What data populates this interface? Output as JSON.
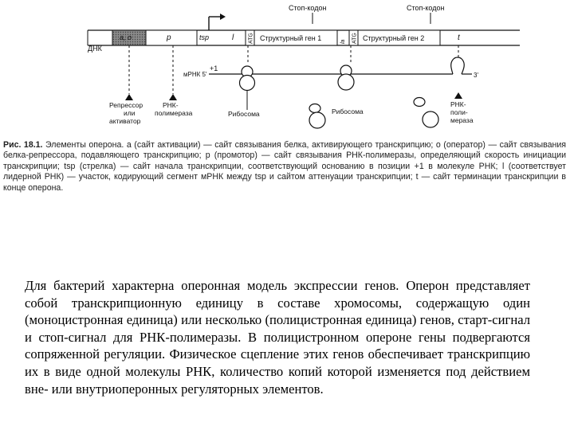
{
  "figure": {
    "labels": {
      "stop_codon_1": "Стоп-кодон",
      "stop_codon_2": "Стоп-кодон",
      "dna": "ДНК",
      "site_ac": "a, o",
      "site_p": "p",
      "site_tsp": "tsp",
      "site_l": "l",
      "atg_1": "ATG",
      "atg_2": "ATG",
      "structural_gene_1": "Структурный ген 1",
      "structural_gene_2": "Структурный ген 2",
      "t_site": "t",
      "plus_one": "+1",
      "mrna": "мРНК 5'",
      "three_prime": "3'",
      "repressor_line1": "Репрессор",
      "repressor_line2": "или",
      "repressor_line3": "активатор",
      "rna_pol_line1": "РНК-",
      "rna_pol_line2": "полимераза",
      "ribosome_1": "Рибосома",
      "ribosome_2": "Рибосома",
      "rna_pol2_line1": "РНК-",
      "rna_pol2_line2": "поли-",
      "rna_pol2_line3": "мераза"
    }
  },
  "caption": {
    "label": "Рис. 18.1.",
    "text": "Элементы оперона. a (сайт активации) — сайт связывания белка, активирующего транскрипцию; o (оператор) — сайт связывания белка-репрессора, подавляющего транскрипцию; p (промотор) — сайт связывания РНК-полимеразы, определяющий скорость инициации транскрипции; tsp (стрелка) — сайт начала транскрипции, соответствующий основанию в позиции +1 в молекуле РНК; l (соответствует лидерной РНК) — участок, кодирующий сегмент мРНК между tsp и сайтом аттенуации транскрипции; t — сайт терминации транскрипции в конце оперона."
  },
  "body": {
    "text": "Для бактерий характерна оперонная модель экспрессии генов. Оперон представляет собой транскрипционную единицу в составе хромосомы, содержащую один (моноцистронная единица) или несколько (полицистронная единица) генов, старт-сигнал и стоп-сигнал для РНК-полимеразы. В полицистронном опероне гены подвергаются сопряженной регуляции. Физическое сцепление этих генов обеспечивает транскрипцию их в виде одной молекулы РНК, количество копий которой изменяется под действием вне- или внутриоперонных регуляторных элементов."
  }
}
